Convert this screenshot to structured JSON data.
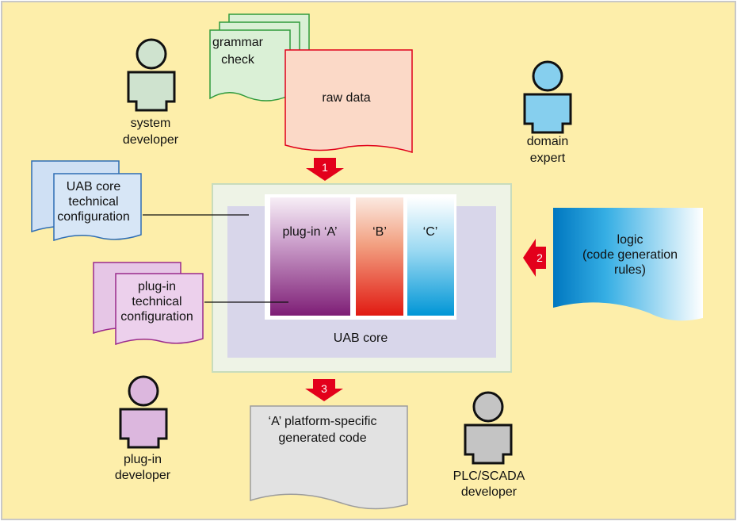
{
  "labels": {
    "grammar_line1": "grammar",
    "grammar_line2": "check",
    "raw_data": "raw data",
    "system_dev_line1": "system",
    "system_dev_line2": "developer",
    "domain_line1": "domain",
    "domain_line2": "expert",
    "uab_cfg_line1": "UAB core",
    "uab_cfg_line2": "technical",
    "uab_cfg_line3": "configuration",
    "plugin_cfg_line1": "plug-in",
    "plugin_cfg_line2": "technical",
    "plugin_cfg_line3": "configuration",
    "plugin_a": "plug-in ‘A’",
    "plugin_b": "‘B’",
    "plugin_c": "‘C’",
    "uab_core": "UAB core",
    "logic_line1": "logic",
    "logic_line2": "(code generation",
    "logic_line3": "rules)",
    "gen_line1": "‘A’ platform-specific",
    "gen_line2": "generated code",
    "plugin_dev_line1": "plug-in",
    "plugin_dev_line2": "developer",
    "plc_line1": "PLC/SCADA",
    "plc_line2": "developer"
  },
  "steps": {
    "step1": "1",
    "step2": "2",
    "step3": "3"
  },
  "colors": {
    "background": "#fdeeaa",
    "border": "#c8c8c8",
    "accent_red": "#e3001b",
    "system_developer": "#cfe3cf",
    "domain_expert": "#86cfee",
    "plugin_developer": "#dcb7de",
    "plc_developer": "#c4c4c4",
    "core_panel": "#d8d6ea"
  }
}
